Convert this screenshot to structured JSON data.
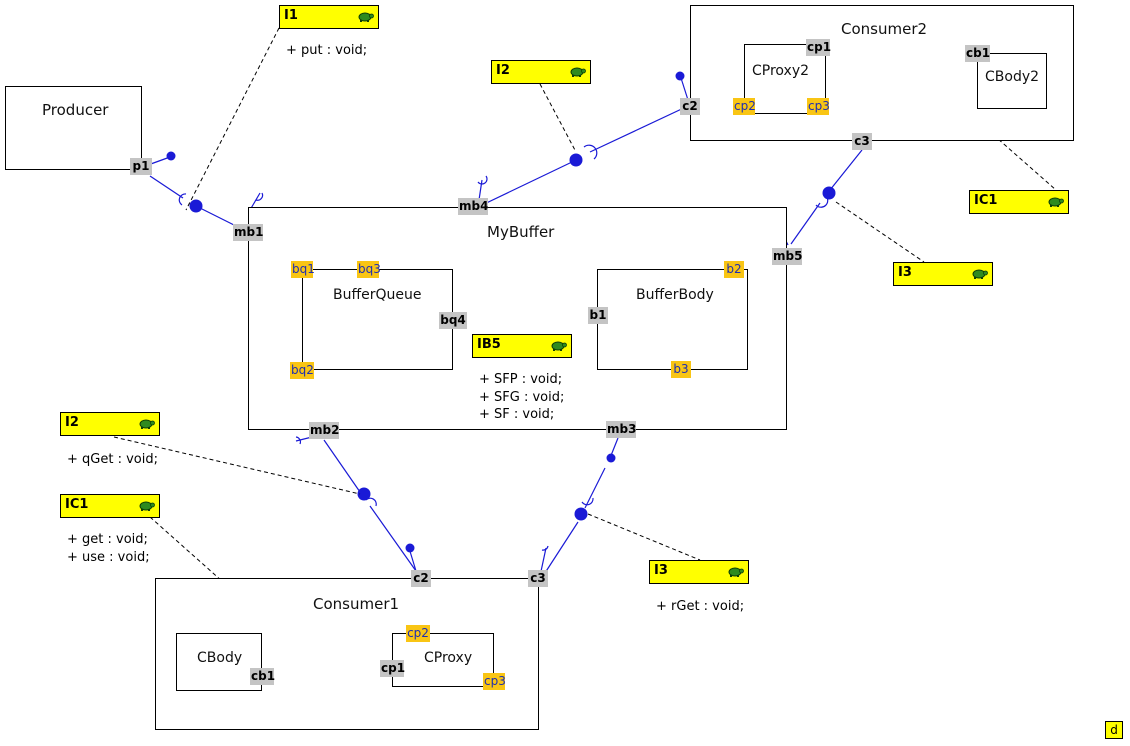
{
  "components": {
    "producer": "Producer",
    "consumer2": "Consumer2",
    "cproxy2": "CProxy2",
    "cbody2": "CBody2",
    "mybuffer": "MyBuffer",
    "bufferqueue": "BufferQueue",
    "bufferbody": "BufferBody",
    "consumer1": "Consumer1",
    "cbody": "CBody",
    "cproxy": "CProxy"
  },
  "ports": {
    "p1": "p1",
    "c2_top": "c2",
    "cp1_top": "cp1",
    "cp2_top": "cp2",
    "cp3_top": "cp3",
    "cb1_top": "cb1",
    "c3_top": "c3",
    "mb4": "mb4",
    "mb1": "mb1",
    "mb5": "mb5",
    "bq1": "bq1",
    "bq3": "bq3",
    "bq4": "bq4",
    "bq2": "bq2",
    "b1": "b1",
    "b2": "b2",
    "b3": "b3",
    "mb2": "mb2",
    "mb3": "mb3",
    "c2_bot": "c2",
    "c3_bot": "c3",
    "cp2_bot": "cp2",
    "cp1_bot": "cp1",
    "cp3_bot": "cp3",
    "cb1_bot": "cb1"
  },
  "notes": {
    "i1": {
      "name": "I1",
      "ops": "+ put : void;"
    },
    "i2_top": {
      "name": "I2"
    },
    "ic1_right": {
      "name": "IC1"
    },
    "i3_right": {
      "name": "I3"
    },
    "ib5": {
      "name": "IB5",
      "ops": "+ SFP : void;\n+ SFG : void;\n+ SF : void;"
    },
    "i2_left": {
      "name": "I2",
      "ops": "+ qGet : void;"
    },
    "ic1_left": {
      "name": "IC1",
      "ops": "+ get : void;\n+ use : void;"
    },
    "i3_bottom": {
      "name": "I3",
      "ops": "+ rGet : void;"
    }
  },
  "icons": {
    "note_icon": "turtle-icon"
  },
  "colors": {
    "wire": "#1a1ad6",
    "note_bg": "#ffff00",
    "port_gray": "#c4c4c4",
    "port_orange": "#f9c514"
  },
  "controls": {
    "d_button": "d"
  }
}
